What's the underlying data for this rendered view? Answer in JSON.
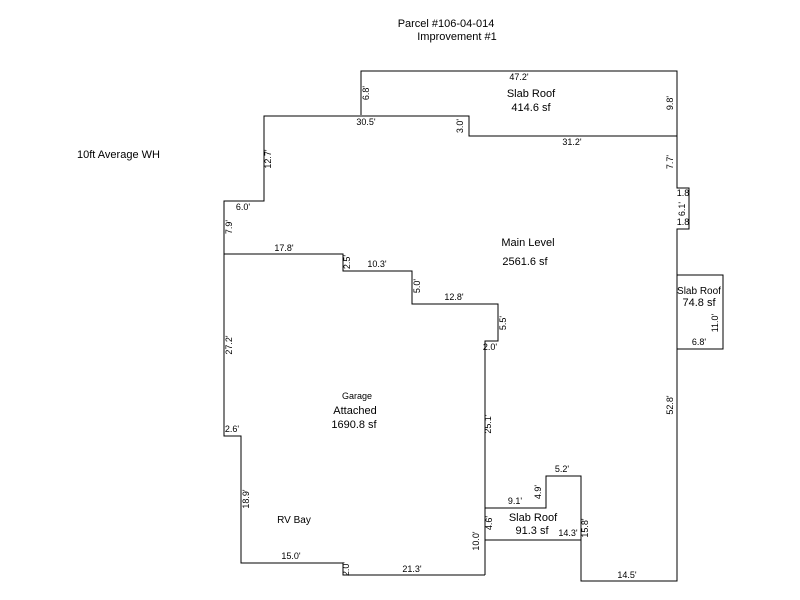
{
  "header": {
    "parcel": "Parcel #106-04-014",
    "improvement": "Improvement #1"
  },
  "note": "10ft Average WH",
  "areas": {
    "slab_top_name": "Slab Roof",
    "slab_top_size": "414.6 sf",
    "main_name": "Main Level",
    "main_size": "2561.6 sf",
    "slab_right_name": "Slab Roof",
    "slab_right_size": "74.8 sf",
    "garage_name": "Garage",
    "garage_type": "Attached",
    "garage_size": "1690.8 sf",
    "rv_bay": "RV Bay",
    "slab_bottom_name": "Slab Roof",
    "slab_bottom_size": "91.3 sf"
  },
  "dims": {
    "d_47_2": "47.2'",
    "d_6_8_top": "6.8'",
    "d_9_8": "9.8'",
    "d_30_5": "30.5'",
    "d_3_0": "3.0'",
    "d_31_2": "31.2'",
    "d_12_7": "12.7'",
    "d_7_7": "7.7'",
    "d_6_0": "6.0'",
    "d_1_8_a": "1.8",
    "d_6_1": "6.1'",
    "d_1_8_b": "1.8",
    "d_7_9": "7.9'",
    "d_17_8": "17.8'",
    "d_2_5": "2.5'",
    "d_10_3": "10.3'",
    "d_5_0": "5.0'",
    "d_12_8": "12.8'",
    "d_5_5": "5.5'",
    "d_2_0_mid": "2.0'",
    "d_27_2": "27.2'",
    "d_11_0": "11.0'",
    "d_6_8_right": "6.8'",
    "d_52_8": "52.8'",
    "d_25_1": "25.1'",
    "d_2_6": "2.6'",
    "d_5_2": "5.2'",
    "d_4_9": "4.9'",
    "d_9_1": "9.1'",
    "d_18_9": "18.9'",
    "d_4_6": "4.6'",
    "d_14_3": "14.3'",
    "d_15_8": "15.8'",
    "d_10_0": "10.0'",
    "d_15_0": "15.0'",
    "d_2_0_bot": "2.0'",
    "d_21_3": "21.3'",
    "d_14_5": "14.5'"
  }
}
